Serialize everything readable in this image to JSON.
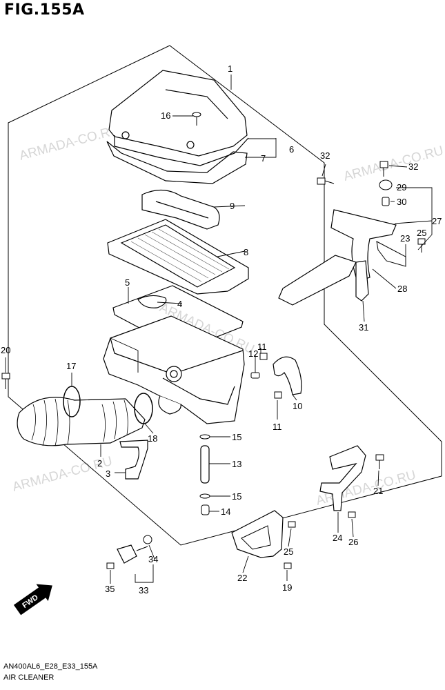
{
  "figure": {
    "title": "FIG.155A",
    "model_code": "AN400AL6_E28_E33_155A",
    "section_name": "AIR CLEANER",
    "direction_label": "FWD"
  },
  "watermark": "ARMADA-CO.RU",
  "callouts": [
    "1",
    "2",
    "3",
    "4",
    "5",
    "6",
    "7",
    "8",
    "9",
    "10",
    "11",
    "11",
    "12",
    "13",
    "14",
    "15",
    "15",
    "16",
    "17",
    "18",
    "19",
    "20",
    "21",
    "22",
    "23",
    "24",
    "25",
    "25",
    "26",
    "27",
    "28",
    "29",
    "30",
    "31",
    "32",
    "32",
    "33",
    "34",
    "35"
  ],
  "colors": {
    "line": "#000000",
    "watermark": "#d6d6d6"
  }
}
